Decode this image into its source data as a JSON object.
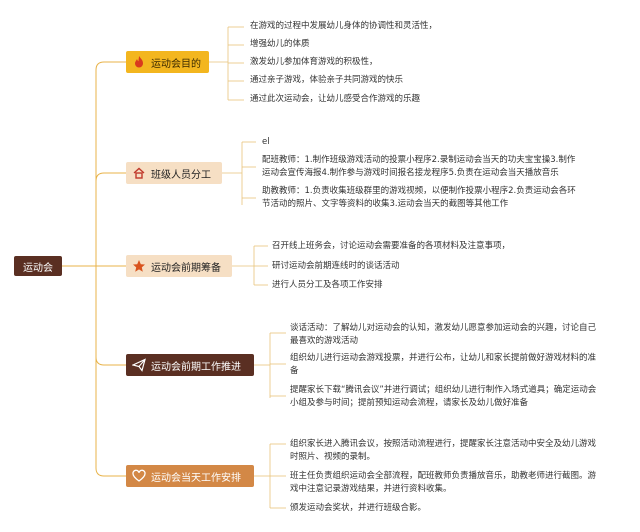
{
  "root": {
    "label": "运动会"
  },
  "branches": [
    {
      "label": "运动会目的",
      "icon": "fire-icon",
      "items": [
        "在游戏的过程中发展幼儿身体的协调性和灵活性，",
        "增强幼儿的体质",
        "激发幼儿参加体育游戏的积极性，",
        "通过亲子游戏，体验亲子共同游戏的快乐",
        "通过此次运动会，让幼儿感受合作游戏的乐趣"
      ]
    },
    {
      "label": "班级人员分工",
      "icon": "home-icon",
      "items": [
        "el",
        "配班教师：1.制作班级游戏活动的投票小程序2.录制运动会当天的功夫宝宝操3.制作运动会宣传海报4.制作参与游戏时间报名接龙程序5.负责在运动会当天播放音乐",
        "助教教师：1.负责收集班级群里的游戏视频，以便制作投票小程序2.负责运动会各环节活动的照片、文字等资料的收集3.运动会当天的截图等其他工作"
      ]
    },
    {
      "label": "运动会前期筹备",
      "icon": "star-icon",
      "items": [
        "召开线上班务会，讨论运动会需要准备的各项材料及注意事项，",
        "研讨运动会前期连线时的谈话活动",
        "进行人员分工及各项工作安排"
      ]
    },
    {
      "label": "运动会前期工作推进",
      "icon": "paper-plane-icon",
      "items": [
        "谈话活动：了解幼儿对运动会的认知，激发幼儿愿意参加运动会的兴趣，讨论自己最喜欢的游戏活动",
        "组织幼儿进行运动会游戏投票，并进行公布，让幼儿和家长提前做好游戏材料的准备",
        "提醒家长下载“腾讯会议”并进行调试；组织幼儿进行制作入场式道具；确定运动会小组及参与时间；提前预知运动会流程，请家长及幼儿做好准备"
      ]
    },
    {
      "label": "运动会当天工作安排",
      "icon": "heart-icon",
      "items": [
        "组织家长进入腾讯会议，按照活动流程进行，提醒家长注意活动中安全及幼儿游戏时照片、视频的录制。",
        "班主任负责组织运动会全部流程，配班教师负责播放音乐，助教老师进行截图。游戏中注意记录游戏结果，并进行资料收集。",
        "颁发运动会奖状，并进行班级合影。"
      ]
    }
  ]
}
